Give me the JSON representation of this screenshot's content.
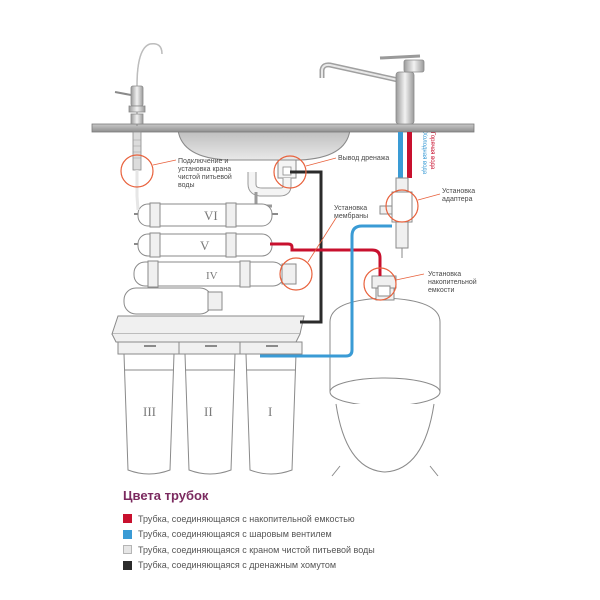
{
  "labels": {
    "faucet_connection": [
      "Подключение и",
      "установка крана",
      "чистой питьевой",
      "воды"
    ],
    "drain_outlet": "Вывод дренажа",
    "membrane_install": [
      "Установка",
      "мембраны"
    ],
    "adapter_install": [
      "Установка",
      "адаптера"
    ],
    "tank_install": [
      "Установка",
      "накопительной",
      "емкости"
    ],
    "cold_water": "Холодная вода",
    "hot_water": "Горячая вода"
  },
  "stages": {
    "s1": "I",
    "s2": "II",
    "s3": "III",
    "s4": "IV",
    "s5": "V",
    "s6": "VI"
  },
  "legend": {
    "title": "Цвета трубок",
    "items": [
      {
        "text": "Трубка, соединяющаяся с накопительной емкостью",
        "color": "#c8102e"
      },
      {
        "text": "Трубка, соединяющаяся с шаровым вентилем",
        "color": "#3a9bd5"
      },
      {
        "text": "Трубка, соединяющаяся с краном чистой питьевой воды",
        "color": "#e6e6e6"
      },
      {
        "text": "Трубка, соединяющаяся с дренажным хомутом",
        "color": "#2b2b2b"
      }
    ]
  },
  "colors": {
    "tank_tube": "#c8102e",
    "valve_tube": "#3a9bd5",
    "faucet_tube": "#e6e6e6",
    "drain_tube": "#2b2b2b",
    "callout": "#e8613c",
    "title": "#7b2a5f"
  }
}
